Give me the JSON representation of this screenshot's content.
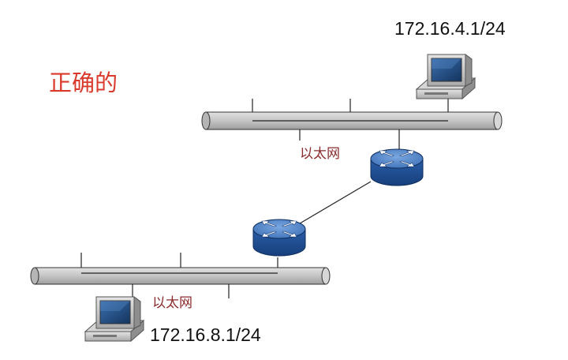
{
  "title": "正确的",
  "top_host": {
    "ip": "172.16.4.1/24"
  },
  "bottom_host": {
    "ip": "172.16.8.1/24"
  },
  "top_network": {
    "label": "以太网"
  },
  "bottom_network": {
    "label": "以太网"
  },
  "colors": {
    "title": "#d93a2b",
    "ethernet_label": "#8b2b2b",
    "bus": "#c8c8c8",
    "router_top": "#4f83c8",
    "router_side": "#1f4f96",
    "computer": "#c8c8c8",
    "screen": "#1f4d82"
  },
  "icons": {
    "host": "desktop-computer-icon",
    "router": "router-icon"
  }
}
